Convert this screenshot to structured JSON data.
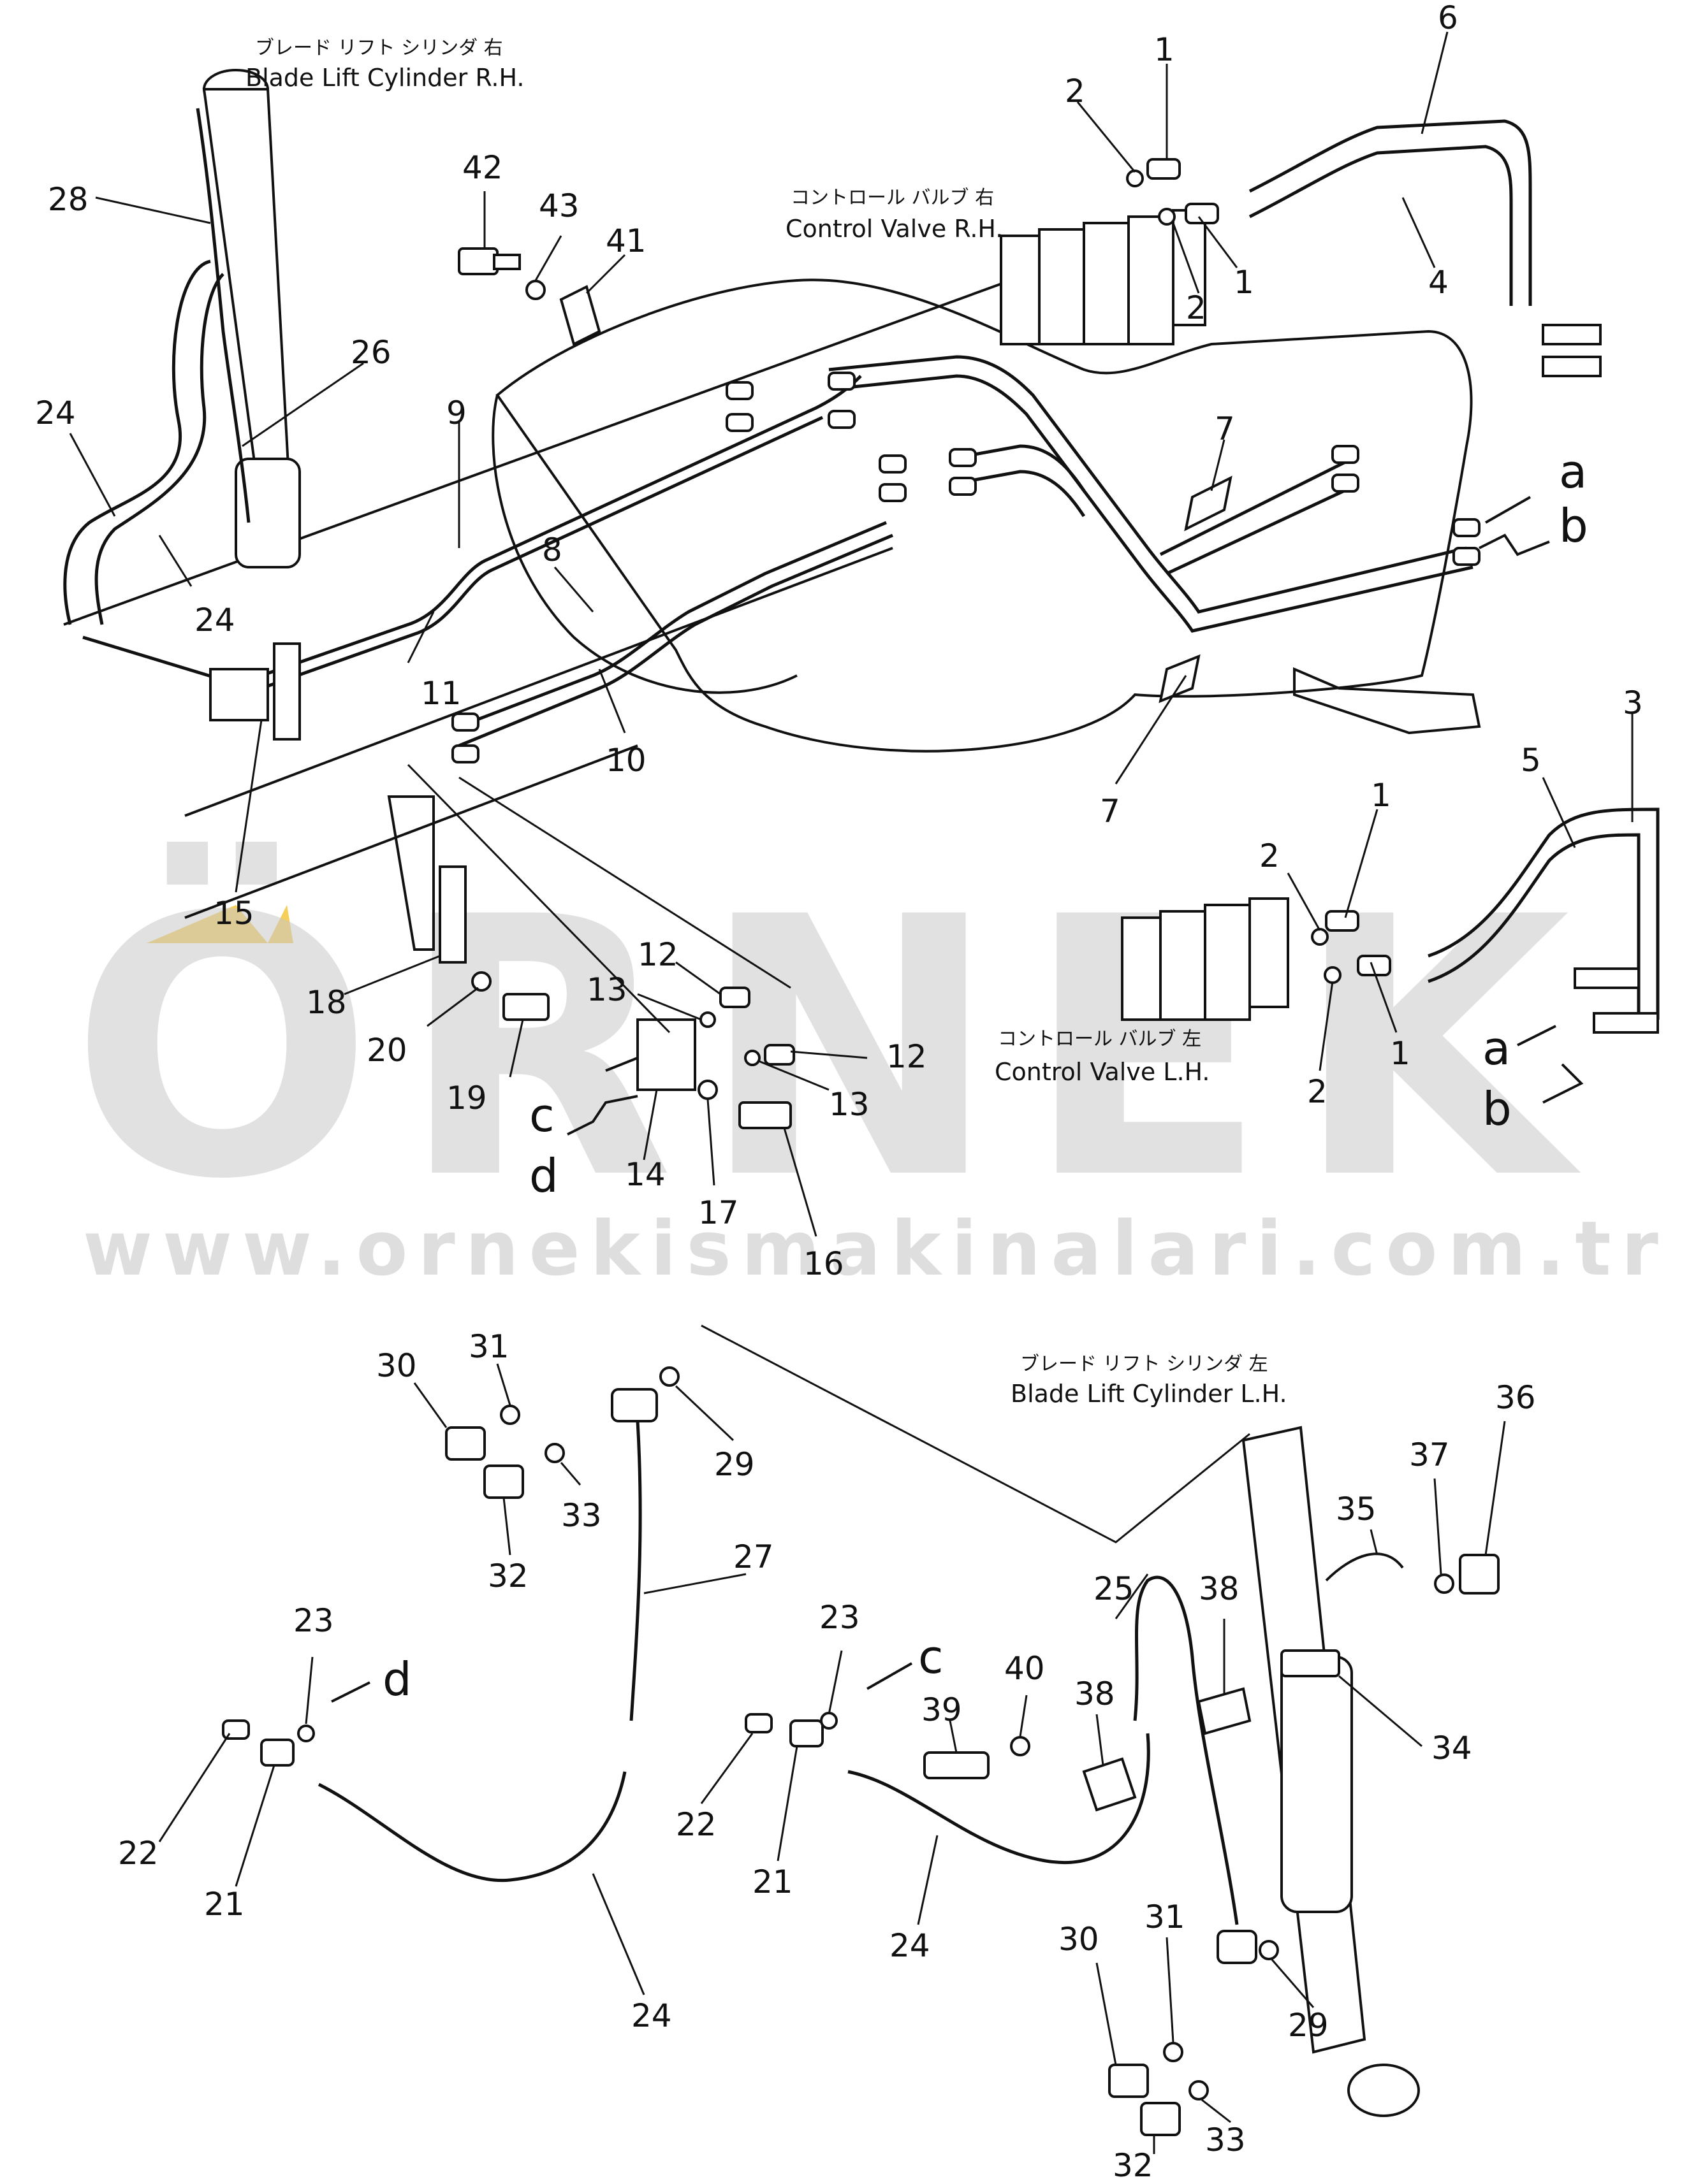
{
  "watermark": {
    "brand": "ÖRNEK",
    "url": "www.ornekismakinalari.com.tr",
    "accent_color": "#f5cf5a"
  },
  "captions": {
    "blade_lift_rh_jp": "ブレード リフト シリンダ 右",
    "blade_lift_rh": "Blade Lift Cylinder R.H.",
    "control_valve_rh_jp": "コントロール バルブ 右",
    "control_valve_rh": "Control Valve R.H.",
    "control_valve_lh_jp": "コントロール バルブ 左",
    "control_valve_lh": "Control Valve L.H.",
    "blade_lift_lh_jp": "ブレード リフト シリンダ 左",
    "blade_lift_lh": "Blade Lift Cylinder L.H."
  },
  "letters": {
    "a": "a",
    "b": "b",
    "c": "c",
    "d": "d"
  },
  "callouts": {
    "upper": [
      "1",
      "2",
      "1",
      "2",
      "6",
      "4",
      "42",
      "43",
      "41",
      "28",
      "26",
      "24",
      "24",
      "9",
      "8",
      "10",
      "11",
      "7",
      "7",
      "15",
      "3",
      "5",
      "1",
      "2",
      "1",
      "2",
      "12",
      "13",
      "12",
      "13",
      "18",
      "20",
      "19",
      "14",
      "17",
      "16"
    ],
    "lower": [
      "31",
      "30",
      "29",
      "33",
      "32",
      "27",
      "23",
      "22",
      "21",
      "24",
      "23",
      "22",
      "21",
      "24",
      "39",
      "40",
      "38",
      "25",
      "38",
      "35",
      "37",
      "36",
      "34",
      "31",
      "30",
      "29",
      "33",
      "32"
    ]
  }
}
